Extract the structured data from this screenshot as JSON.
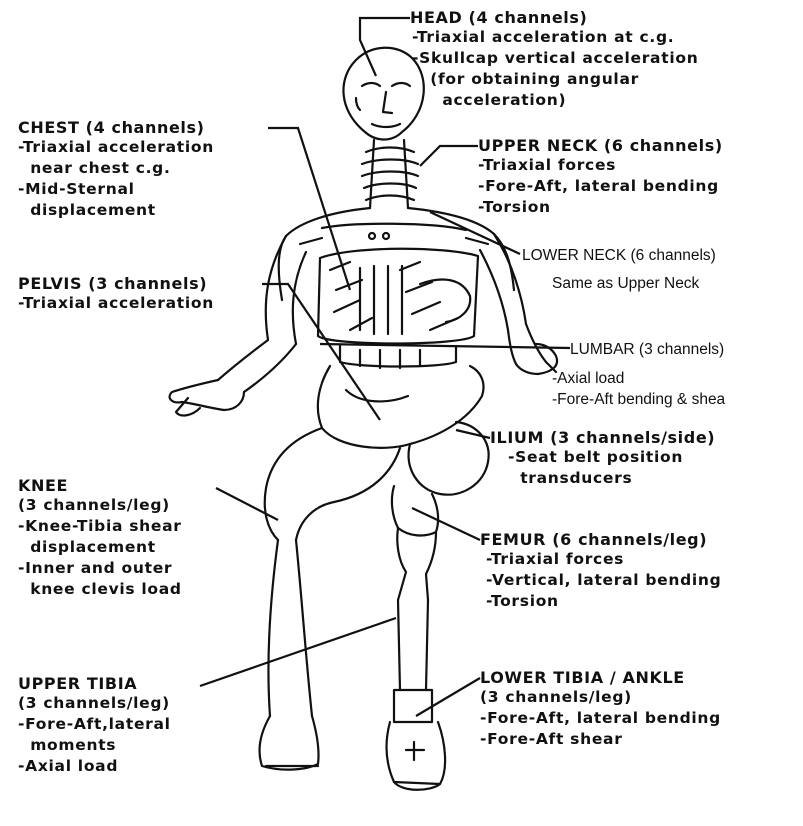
{
  "labels": {
    "head": {
      "title": "HEAD (4 channels)",
      "lines": [
        "-Triaxial acceleration at c.g.",
        "-Skullcap vertical acceleration",
        "  (for obtaining angular",
        "    acceleration)"
      ]
    },
    "chest": {
      "title": "CHEST (4 channels)",
      "lines": [
        "-Triaxial acceleration",
        "  near chest c.g.",
        "-Mid-Sternal",
        "  displacement"
      ]
    },
    "upper_neck": {
      "title": "UPPER NECK (6 channels)",
      "lines": [
        "-Triaxial forces",
        "-Fore-Aft, lateral bending",
        "-Torsion"
      ]
    },
    "lower_neck": {
      "title": "LOWER NECK (6 channels)",
      "lines": [
        "Same as Upper Neck"
      ]
    },
    "pelvis": {
      "title": "PELVIS (3 channels)",
      "lines": [
        "-Triaxial acceleration"
      ]
    },
    "lumbar": {
      "title": "LUMBAR (3 channels)",
      "lines": [
        "-Axial load",
        "-Fore-Aft bending & shea"
      ]
    },
    "ilium": {
      "title": "ILIUM (3 channels/side)",
      "lines": [
        "-Seat belt position",
        "  transducers"
      ]
    },
    "knee": {
      "title": "KNEE",
      "lines": [
        "(3 channels/leg)",
        "-Knee-Tibia shear",
        "  displacement",
        "-Inner and outer",
        "  knee clevis load"
      ]
    },
    "femur": {
      "title": "FEMUR (6 channels/leg)",
      "lines": [
        "-Triaxial forces",
        "-Vertical, lateral bending",
        "-Torsion"
      ]
    },
    "upper_tibia": {
      "title": "UPPER TIBIA",
      "lines": [
        "(3 channels/leg)",
        "-Fore-Aft,lateral",
        "  moments",
        "-Axial load"
      ]
    },
    "lower_tibia": {
      "title": "LOWER TIBIA / ANKLE",
      "lines": [
        "(3 channels/leg)",
        "-Fore-Aft, lateral bending",
        "-Fore-Aft shear"
      ]
    }
  }
}
